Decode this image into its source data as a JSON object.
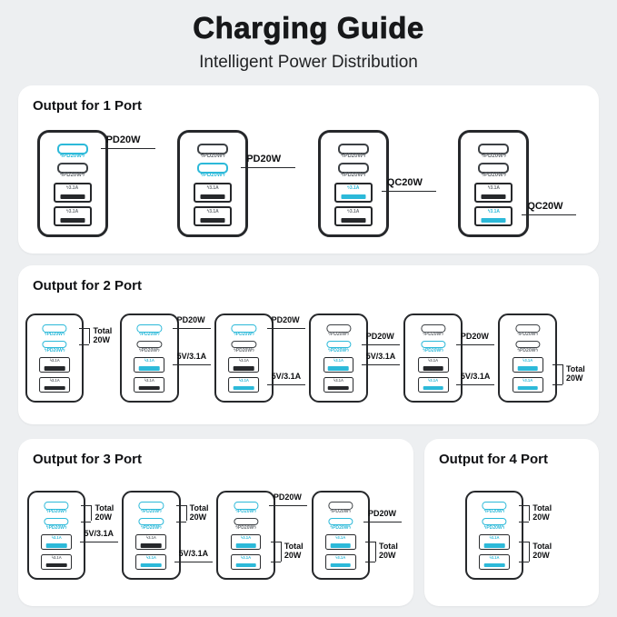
{
  "page": {
    "title": "Charging Guide",
    "subtitle": "Intelligent Power Distribution",
    "accent_color": "#2cb9d9",
    "outline_color": "#26282b"
  },
  "port_labels": {
    "usbc": "PD20W",
    "usba": "3.1A",
    "bolt_icon": "ϟ"
  },
  "sections": [
    {
      "heading": "Output for 1 Port",
      "chargers": [
        {
          "highlighted": [
            0
          ],
          "callouts": [
            {
              "ports": [
                0
              ],
              "text": "PD20W"
            }
          ]
        },
        {
          "highlighted": [
            1
          ],
          "callouts": [
            {
              "ports": [
                1
              ],
              "text": "PD20W"
            }
          ]
        },
        {
          "highlighted": [
            2
          ],
          "callouts": [
            {
              "ports": [
                2
              ],
              "text": "QC20W"
            }
          ]
        },
        {
          "highlighted": [
            3
          ],
          "callouts": [
            {
              "ports": [
                3
              ],
              "text": "QC20W"
            }
          ]
        }
      ]
    },
    {
      "heading": "Output for 2 Port",
      "chargers": [
        {
          "highlighted": [
            0,
            1
          ],
          "callouts": [
            {
              "ports": [
                0,
                1
              ],
              "text": "Total\n20W"
            }
          ]
        },
        {
          "highlighted": [
            0,
            2
          ],
          "callouts": [
            {
              "ports": [
                0
              ],
              "text": "PD20W"
            },
            {
              "ports": [
                2
              ],
              "text": "5V/3.1A"
            }
          ]
        },
        {
          "highlighted": [
            0,
            3
          ],
          "callouts": [
            {
              "ports": [
                0
              ],
              "text": "PD20W"
            },
            {
              "ports": [
                3
              ],
              "text": "5V/3.1A"
            }
          ]
        },
        {
          "highlighted": [
            1,
            2
          ],
          "callouts": [
            {
              "ports": [
                1
              ],
              "text": "PD20W"
            },
            {
              "ports": [
                2
              ],
              "text": "5V/3.1A"
            }
          ]
        },
        {
          "highlighted": [
            1,
            3
          ],
          "callouts": [
            {
              "ports": [
                1
              ],
              "text": "PD20W"
            },
            {
              "ports": [
                3
              ],
              "text": "5V/3.1A"
            }
          ]
        },
        {
          "highlighted": [
            2,
            3
          ],
          "callouts": [
            {
              "ports": [
                2,
                3
              ],
              "text": "Total\n20W"
            }
          ]
        }
      ]
    },
    {
      "heading": "Output for 3 Port",
      "chargers": [
        {
          "highlighted": [
            0,
            1,
            2
          ],
          "callouts": [
            {
              "ports": [
                0,
                1
              ],
              "text": "Total\n20W"
            },
            {
              "ports": [
                2
              ],
              "text": "5V/3.1A"
            }
          ]
        },
        {
          "highlighted": [
            0,
            1,
            3
          ],
          "callouts": [
            {
              "ports": [
                0,
                1
              ],
              "text": "Total\n20W"
            },
            {
              "ports": [
                3
              ],
              "text": "5V/3.1A"
            }
          ]
        },
        {
          "highlighted": [
            0,
            2,
            3
          ],
          "callouts": [
            {
              "ports": [
                0
              ],
              "text": "PD20W"
            },
            {
              "ports": [
                2,
                3
              ],
              "text": "Total\n20W"
            }
          ]
        },
        {
          "highlighted": [
            1,
            2,
            3
          ],
          "callouts": [
            {
              "ports": [
                1
              ],
              "text": "PD20W"
            },
            {
              "ports": [
                2,
                3
              ],
              "text": "Total\n20W"
            }
          ]
        }
      ]
    },
    {
      "heading": "Output for 4 Port",
      "chargers": [
        {
          "highlighted": [
            0,
            1,
            2,
            3
          ],
          "callouts": [
            {
              "ports": [
                0,
                1
              ],
              "text": "Total\n20W"
            },
            {
              "ports": [
                2,
                3
              ],
              "text": "Total\n20W"
            }
          ]
        }
      ]
    }
  ]
}
